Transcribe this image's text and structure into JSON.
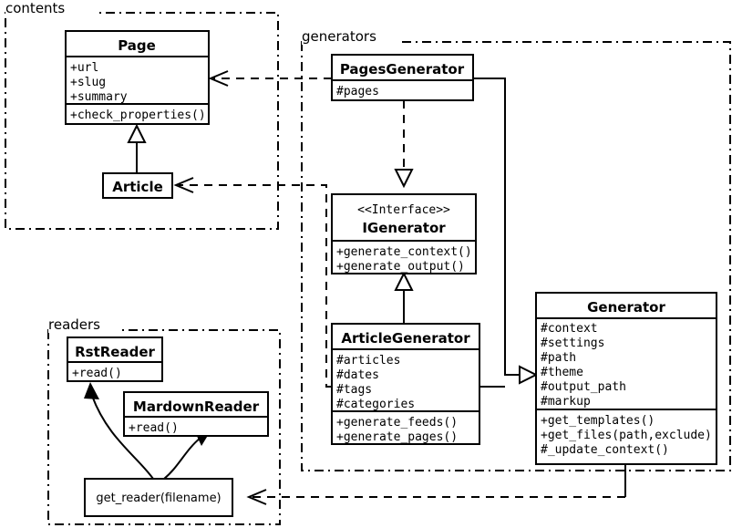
{
  "diagram": {
    "type": "uml-class-diagram",
    "background_color": "#ffffff",
    "line_color": "#000000"
  },
  "packages": [
    {
      "id": "contents",
      "label": "contents"
    },
    {
      "id": "generators",
      "label": "generators"
    },
    {
      "id": "readers",
      "label": "readers"
    }
  ],
  "classes": {
    "page": {
      "name": "Page",
      "attributes": [
        "+url",
        "+slug",
        "+summary"
      ],
      "methods": [
        "+check_properties()"
      ]
    },
    "article": {
      "name": "Article",
      "attributes": [],
      "methods": []
    },
    "pages_generator": {
      "name": "PagesGenerator",
      "attributes": [
        "#pages"
      ],
      "methods": []
    },
    "igenerator": {
      "stereotype": "<<Interface>>",
      "name": "IGenerator",
      "attributes": [],
      "methods": [
        "+generate_context()",
        "+generate_output()"
      ]
    },
    "article_generator": {
      "name": "ArticleGenerator",
      "attributes": [
        "#articles",
        "#dates",
        "#tags",
        "#categories"
      ],
      "methods": [
        "+generate_feeds()",
        "+generate_pages()"
      ]
    },
    "generator": {
      "name": "Generator",
      "attributes": [
        "#context",
        "#settings",
        "#path",
        "#theme",
        "#output_path",
        "#markup"
      ],
      "methods": [
        "+get_templates()",
        "+get_files(path,exclude)",
        "#_update_context()"
      ]
    },
    "rst_reader": {
      "name": "RstReader",
      "attributes": [],
      "methods": [
        "+read()"
      ]
    },
    "mardown_reader": {
      "name": "MardownReader",
      "attributes": [],
      "methods": [
        "+read()"
      ]
    },
    "get_reader": {
      "name": "get_reader(filename)"
    }
  },
  "relationships": [
    {
      "from": "article",
      "to": "page",
      "kind": "generalization"
    },
    {
      "from": "pages_generator",
      "to": "igenerator",
      "kind": "realization"
    },
    {
      "from": "article_generator",
      "to": "igenerator",
      "kind": "generalization"
    },
    {
      "from": "pages_generator",
      "to": "generator",
      "kind": "generalization"
    },
    {
      "from": "article_generator",
      "to": "generator",
      "kind": "generalization"
    },
    {
      "from": "pages_generator",
      "to": "page",
      "kind": "dependency"
    },
    {
      "from": "article_generator",
      "to": "article",
      "kind": "dependency"
    },
    {
      "from": "generator",
      "to": "get_reader",
      "kind": "dependency"
    },
    {
      "from": "get_reader",
      "to": "rst_reader",
      "kind": "returns"
    },
    {
      "from": "get_reader",
      "to": "mardown_reader",
      "kind": "returns"
    }
  ]
}
